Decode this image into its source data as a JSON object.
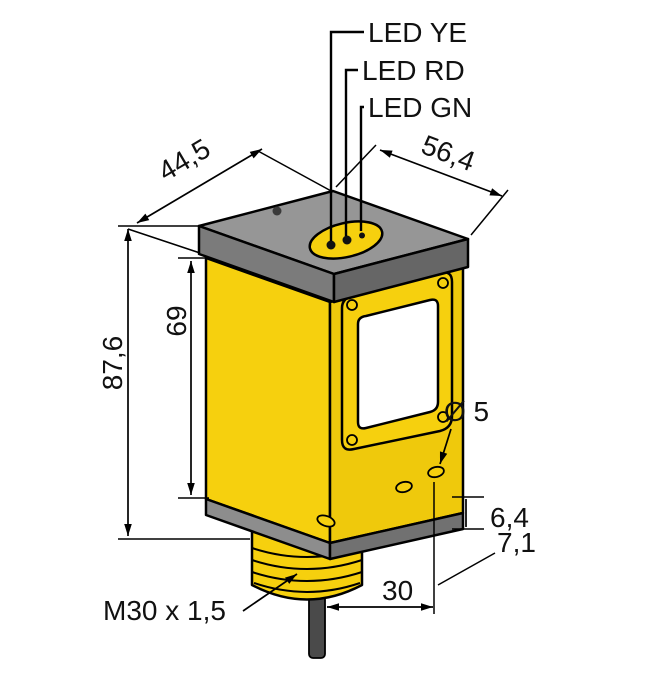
{
  "diagram": {
    "labels": {
      "led_yellow": "LED YE",
      "led_red": "LED RD",
      "led_green": "LED GN",
      "width_top_left": "44,5",
      "width_top_right": "56,4",
      "body_height": "69",
      "total_height": "87,6",
      "hole_diameter": "Ø 5",
      "hole_offset": "6,4",
      "flange_offset": "7,1",
      "axis_offset": "30",
      "thread_spec": "M30 x 1,5"
    },
    "colors": {
      "body_yellow": "#F6D00E",
      "body_yellow_shaded": "#EFC90C",
      "cap_top_gray": "#969696",
      "cap_left_gray": "#7B7B7B",
      "cap_right_gray": "#666666",
      "plate_left_gray": "#8D8D8D",
      "plate_right_gray": "#717171",
      "cable_gray": "#4A4A4A",
      "lens_window_white": "#FFFFFF",
      "outline_black": "#000000",
      "background": "#FFFFFF"
    }
  }
}
